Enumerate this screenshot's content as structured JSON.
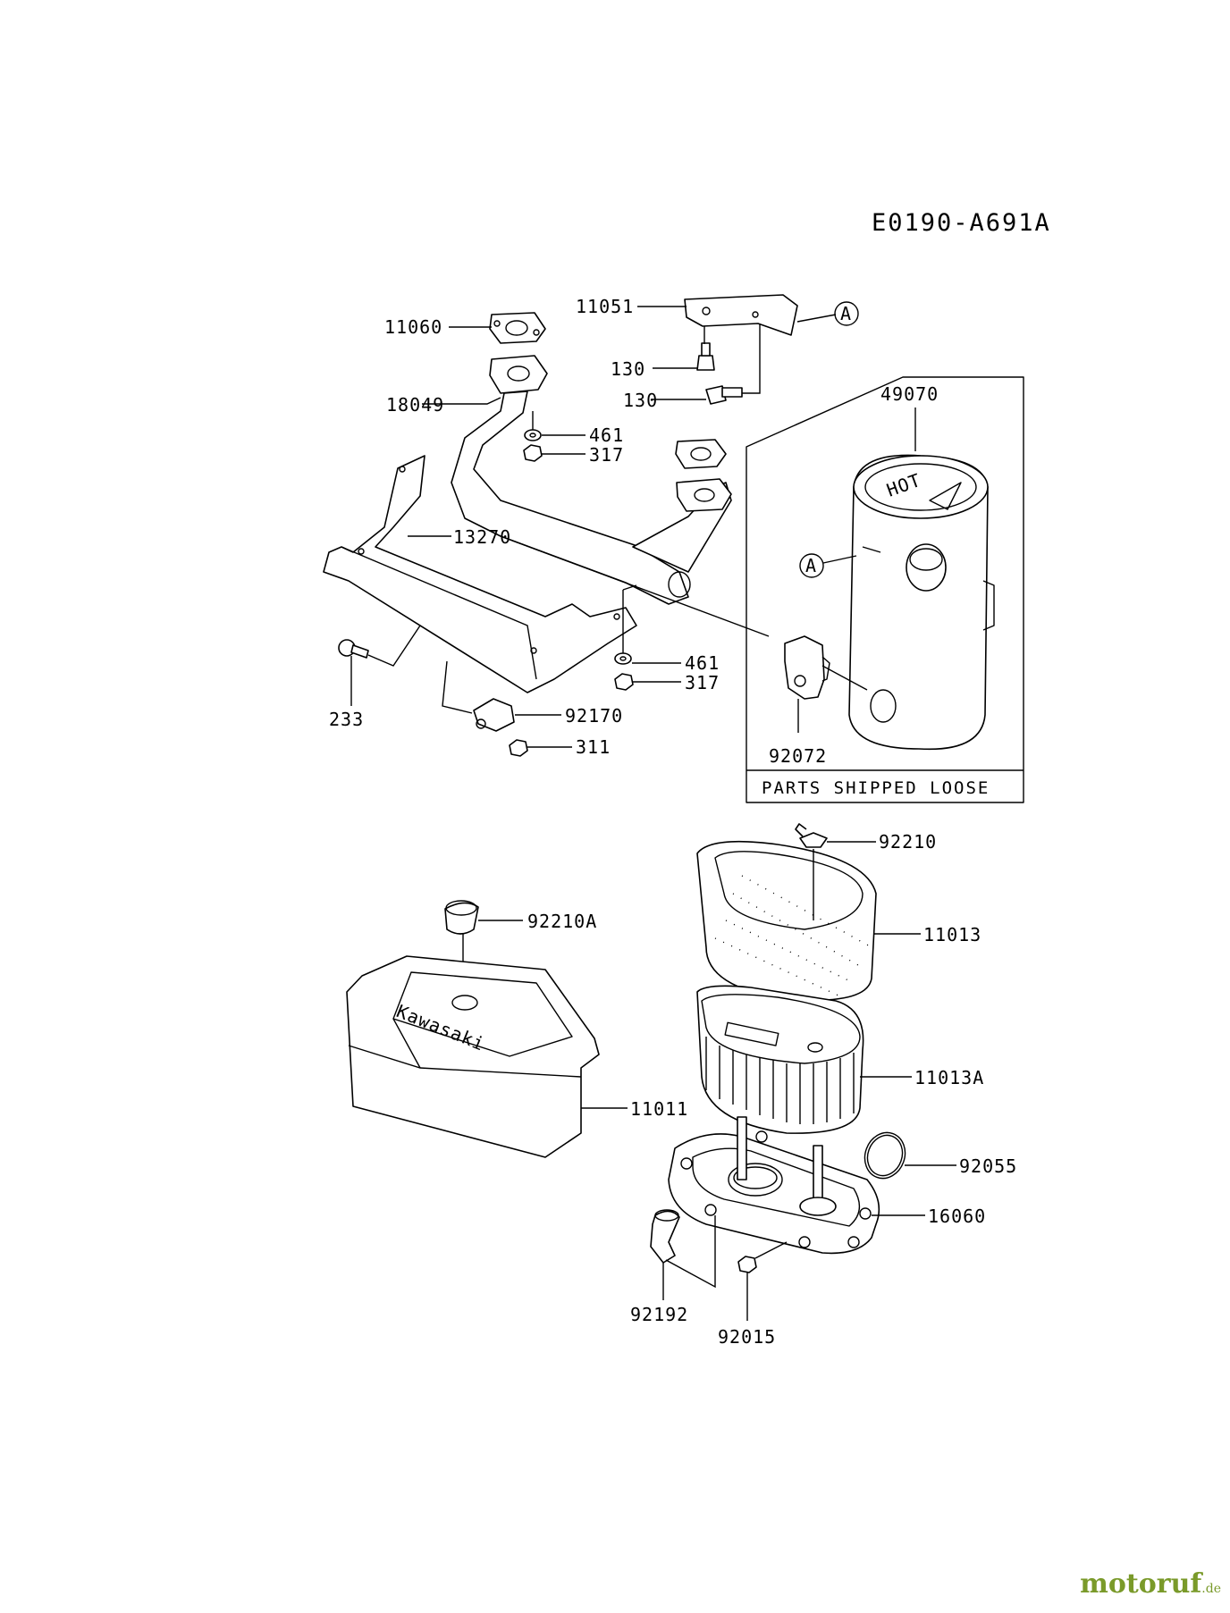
{
  "diagram": {
    "code": "E0190-A691A",
    "box_caption": "PARTS SHIPPED LOOSE",
    "callout_letter": "A",
    "parts": {
      "p11051": "11051",
      "p11060": "11060",
      "p130a": "130",
      "p130b": "130",
      "p18049": "18049",
      "p461a": "461",
      "p317a": "317",
      "p49070": "49070",
      "p13270": "13270",
      "p461b": "461",
      "p317b": "317",
      "p233": "233",
      "p92170": "92170",
      "p311": "311",
      "p92072": "92072",
      "p92210": "92210",
      "p92210A": "92210A",
      "p11013": "11013",
      "p11013A": "11013A",
      "p11011": "11011",
      "p92055": "92055",
      "p16060": "16060",
      "p92192": "92192",
      "p92015": "92015"
    },
    "hot_label": "HOT",
    "brand_on_cover": "Kawasaki"
  },
  "watermark": {
    "name": "motoruf",
    "suffix": ".de"
  }
}
